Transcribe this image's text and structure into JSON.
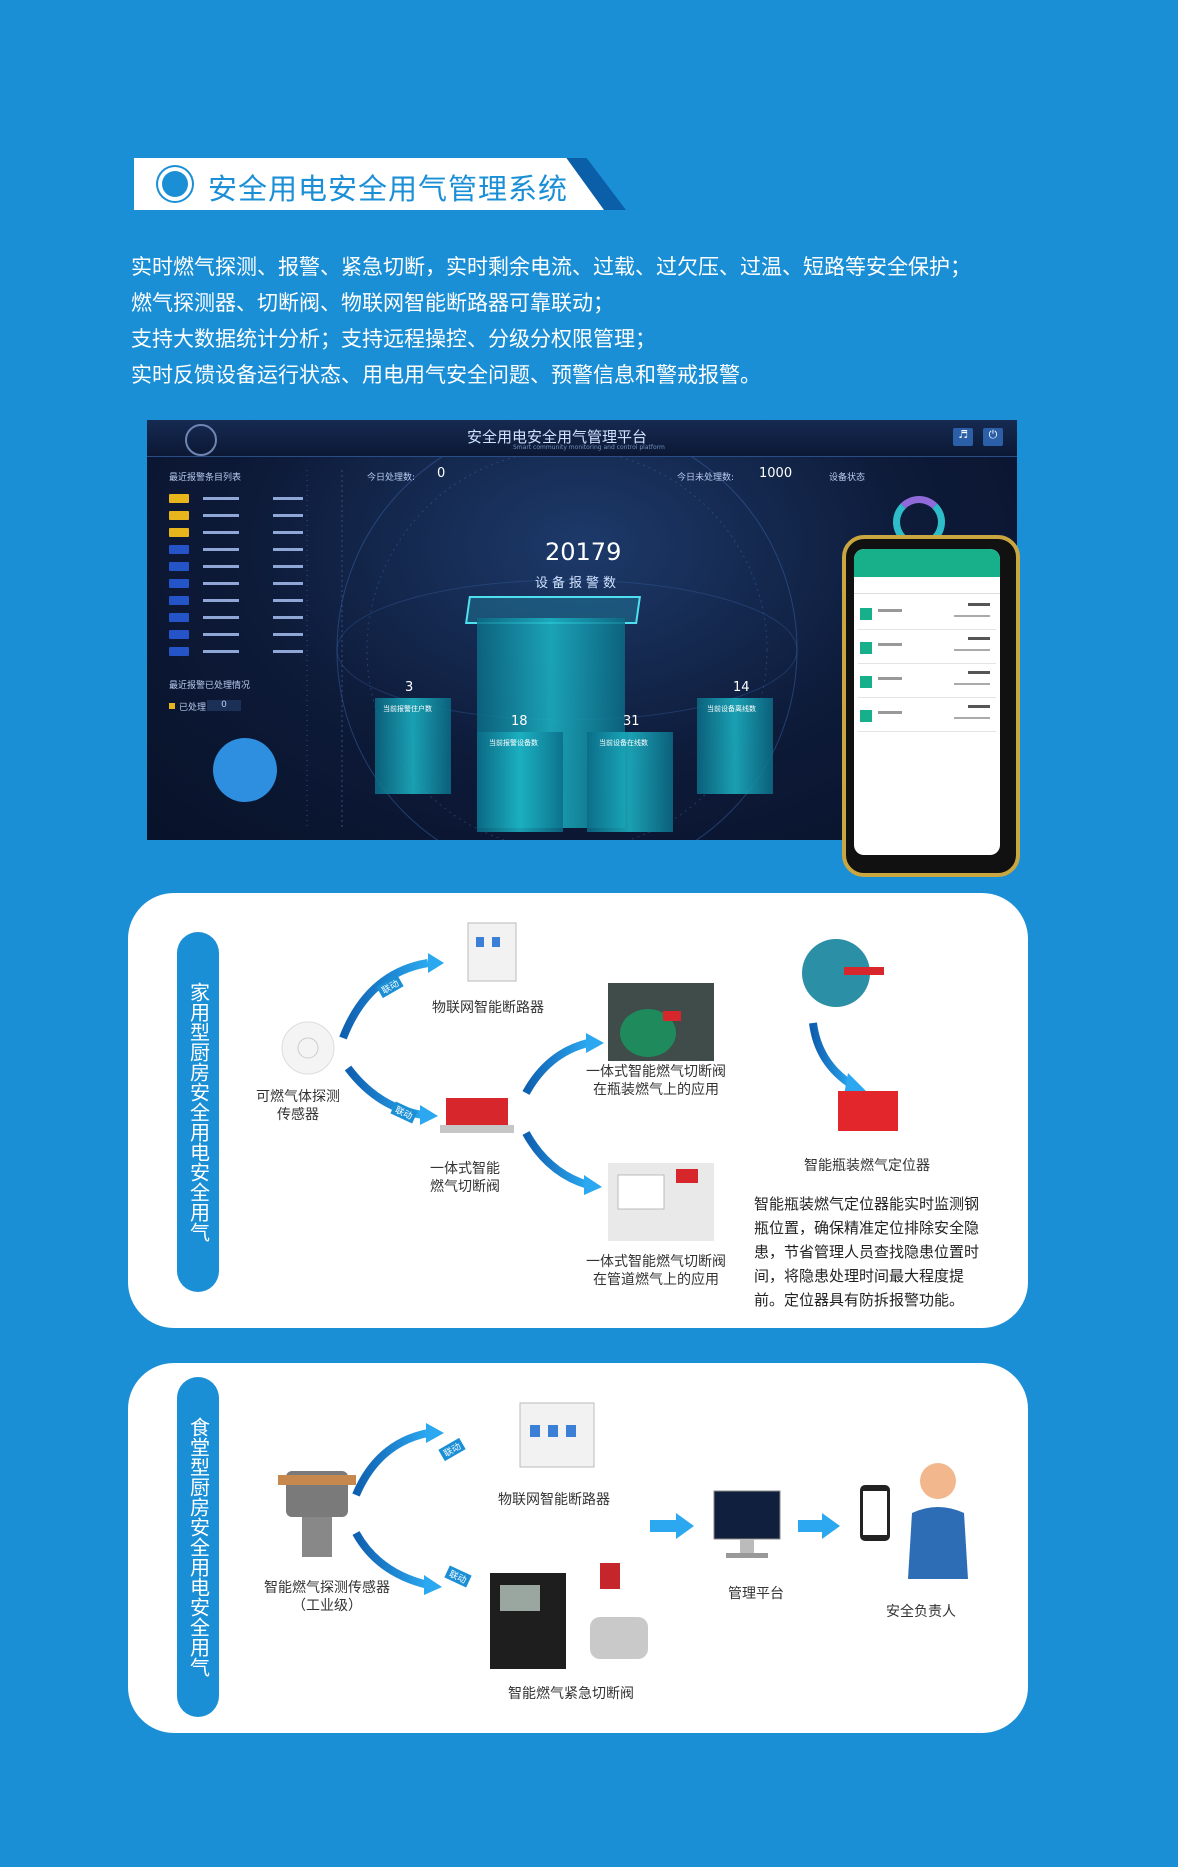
{
  "section_title": "安全用电安全用气管理系统",
  "intro_lines": [
    "实时燃气探测、报警、紧急切断，实时剩余电流、过载、过欠压、过温、短路等安全保护；",
    "燃气探测器、切断阀、物联网智能断路器可靠联动；",
    "支持大数据统计分析；支持远程操控、分级分权限管理；",
    "实时反馈设备运行状态、用电用气安全问题、预警信息和警戒报警。"
  ],
  "dashboard": {
    "title": "安全用电安全用气管理平台",
    "subtitle": "Smart community monitoring and control platform",
    "alarm_list_title": "最近报警条目列表",
    "today_processed_label": "今日处理数:",
    "today_processed_value": "0",
    "today_unprocessed_label": "今日未处理数:",
    "today_unprocessed_value": "1000",
    "device_status_label": "设备状态",
    "total_alarms": "20179",
    "total_alarms_label": "设备报警数",
    "recent_handled_title": "最近报警已处理情况",
    "handled_label": "已处理",
    "handled_value": "0",
    "pillars": [
      {
        "value": "3",
        "label": "当前报警住户数"
      },
      {
        "value": "18",
        "label": "当前报警设备数"
      },
      {
        "value": "31",
        "label": "当前设备在线数"
      },
      {
        "value": "14",
        "label": "当前设备离线数"
      }
    ]
  },
  "home_kitchen": {
    "label": "家用型厨房安全用电安全用气",
    "sensor_caption": "可燃气体探测\n传感器",
    "breaker_caption": "物联网智能断路器",
    "valve_caption": "一体式智能\n燃气切断阀",
    "bottle_app_caption": "一体式智能燃气切断阀\n在瓶装燃气上的应用",
    "pipe_app_caption": "一体式智能燃气切断阀\n在管道燃气上的应用",
    "locator_caption": "智能瓶装燃气定位器",
    "locator_desc": [
      "智能瓶装燃气定位器能实时监测钢",
      "瓶位置，确保精准定位排除安全隐",
      "患，节省管理人员查找隐患位置时",
      "间，将隐患处理时间最大程度提",
      "前。定位器具有防拆报警功能。"
    ],
    "link_label": "联动"
  },
  "canteen_kitchen": {
    "label": "食堂型厨房安全用电安全用气",
    "sensor_caption": "智能燃气探测传感器\n（工业级）",
    "breaker_caption": "物联网智能断路器",
    "valve_caption": "智能燃气紧急切断阀",
    "platform_caption": "管理平台",
    "person_caption": "安全负责人",
    "link_label": "联动"
  }
}
